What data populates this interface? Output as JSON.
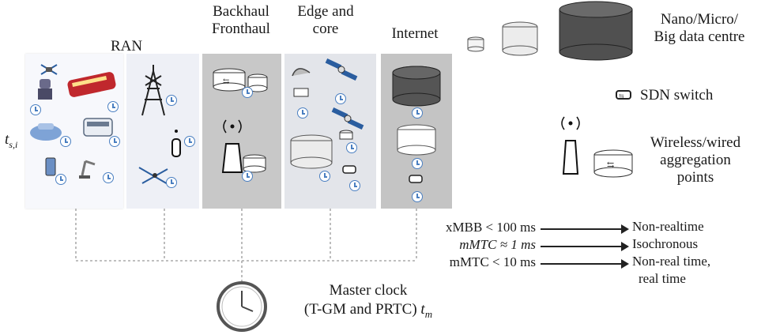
{
  "columns": {
    "ran": "RAN",
    "backhaul": [
      "Backhaul",
      "Fronthaul"
    ],
    "edge": [
      "Edge and",
      "core"
    ],
    "internet": "Internet"
  },
  "device_label": {
    "base": "t",
    "sub": "s,i"
  },
  "master_clock": {
    "line1": "Master clock",
    "line2_prefix": "(T-GM and PRTC) ",
    "symbol": "t",
    "symbol_sub": "m"
  },
  "legend": {
    "data_centre": [
      "Nano/Micro/",
      "Big data centre"
    ],
    "sdn_switch": "SDN switch",
    "aggregation": [
      "Wireless/wired",
      "aggregation",
      "points"
    ]
  },
  "requirements": [
    {
      "left": "xMBB < 100 ms",
      "right": [
        "Non-realtime"
      ]
    },
    {
      "left": "mMTC ≈ 1 ms",
      "italic": true,
      "right": [
        "Isochronous"
      ]
    },
    {
      "left": "mMTC < 10 ms",
      "right": [
        "Non-real time,",
        "real time"
      ]
    }
  ],
  "colors": {
    "clock_blue": "#4a7fc1",
    "ran_bg": "#f7f8fc",
    "backhaul_bg": "#c8c8c8",
    "edge_bg": "#e3e5ea",
    "internet_bg": "#c4c4c4",
    "dashed_line": "#999999"
  }
}
